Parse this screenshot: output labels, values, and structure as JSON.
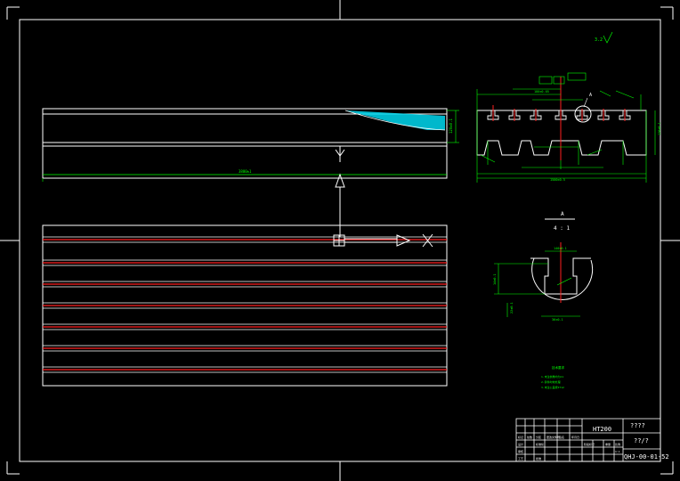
{
  "drawing": {
    "material": "HT200",
    "drawing_number": "QHJ-00-01-52",
    "title_placeholder_top": "????",
    "title_placeholder_bottom": "??/?",
    "scale_note": "4 : 1",
    "detail_label": "A",
    "callout_label": "A",
    "roughness_note": "3.2",
    "front_view_length": "3800±1",
    "section_height": "120±0.1",
    "section_width": "1500±0.5",
    "section_slot_pitch": "180±0.05",
    "detail_width": "140±0.1",
    "detail_height": "14±0.1",
    "detail_slot_width": "22±0.1",
    "detail_bottom_width": "36±0.1",
    "notes_title": "技术要求",
    "notes": [
      "1.未注倒角均为C1",
      "2.铸件时效处理",
      "3.未注公差按IT12"
    ],
    "tb_labels": [
      "标记",
      "处数",
      "分区",
      "更改文件号",
      "签名",
      "年月日"
    ],
    "tb_labels2": [
      "设计",
      "标准化",
      "审核",
      "工艺",
      "批准"
    ],
    "tb_stage": [
      "阶段标记",
      "重量",
      "比例"
    ],
    "tb_scale": "1:1"
  },
  "colors": {
    "border": "#ffffff",
    "slot_line": "#ff2020",
    "dimension": "#00ff00",
    "hatch": "#00e0ff"
  }
}
